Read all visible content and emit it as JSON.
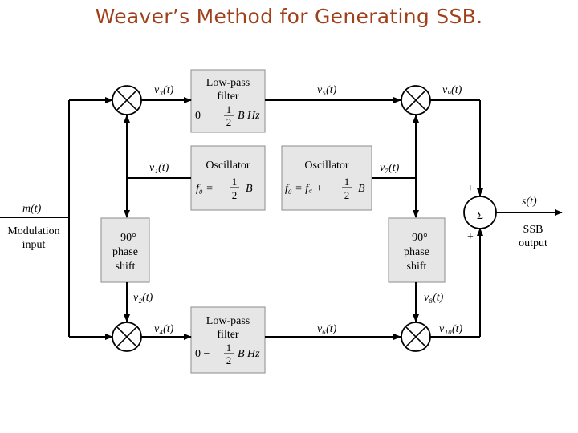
{
  "title": "Weaver’s Method for Generating SSB.",
  "colors": {
    "title": "#a0401a",
    "block_fill": "#e6e6e6",
    "wire": "#000000"
  },
  "input": {
    "signal": "m(t)",
    "label_line1": "Modulation",
    "label_line2": "input"
  },
  "output": {
    "signal": "s(t)",
    "label_line1": "SSB",
    "label_line2": "output"
  },
  "summer": {
    "symbol": "Σ",
    "plus_top": "+",
    "plus_bottom": "+"
  },
  "lowpass_top": {
    "line1": "Low-pass",
    "line2": "filter",
    "range_left": "0 −",
    "frac_num": "1",
    "frac_den": "2",
    "range_right": "B Hz"
  },
  "lowpass_bottom": {
    "line1": "Low-pass",
    "line2": "filter",
    "range_left": "0 −",
    "frac_num": "1",
    "frac_den": "2",
    "range_right": "B Hz"
  },
  "osc_left": {
    "line1": "Oscillator",
    "eq_left": "f₀ =",
    "frac_num": "1",
    "frac_den": "2",
    "eq_right": "B"
  },
  "osc_right": {
    "line1": "Oscillator",
    "eq_left": "f₀ = f꜀ +",
    "frac_num": "1",
    "frac_den": "2",
    "eq_right": "B"
  },
  "phase_left": {
    "line1": "−90°",
    "line2": "phase",
    "line3": "shift"
  },
  "phase_right": {
    "line1": "−90°",
    "line2": "phase",
    "line3": "shift"
  },
  "signals": {
    "v1": "v₁(t)",
    "v2": "v₂(t)",
    "v3": "v₃(t)",
    "v4": "v₄(t)",
    "v5": "v₅(t)",
    "v6": "v₆(t)",
    "v7": "v₇(t)",
    "v8": "v₈(t)",
    "v9": "v₉(t)",
    "v10": "v₁₀(t)"
  }
}
